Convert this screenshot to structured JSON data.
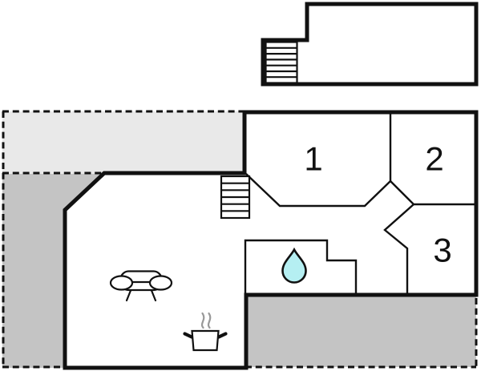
{
  "rooms": [
    {
      "name": "room-1",
      "label": "1"
    },
    {
      "name": "room-2",
      "label": "2"
    },
    {
      "name": "room-3",
      "label": "3"
    }
  ],
  "icons": [
    "upper-stairs-icon",
    "lower-stairs-icon",
    "sofa-icon",
    "cooking-pot-icon",
    "steam-icon",
    "water-drop-icon"
  ],
  "areas": [
    "upper-floor",
    "ground-floor",
    "terrace-top",
    "terrace-left",
    "terrace-bottom-right",
    "bathroom",
    "hallway"
  ],
  "colors": {
    "wall": "#111111",
    "terrace_light": "#e9e9e9",
    "terrace_dark": "#c4c4c4",
    "water": "#b5eff2",
    "steam": "#999999",
    "paper": "#ffffff"
  }
}
